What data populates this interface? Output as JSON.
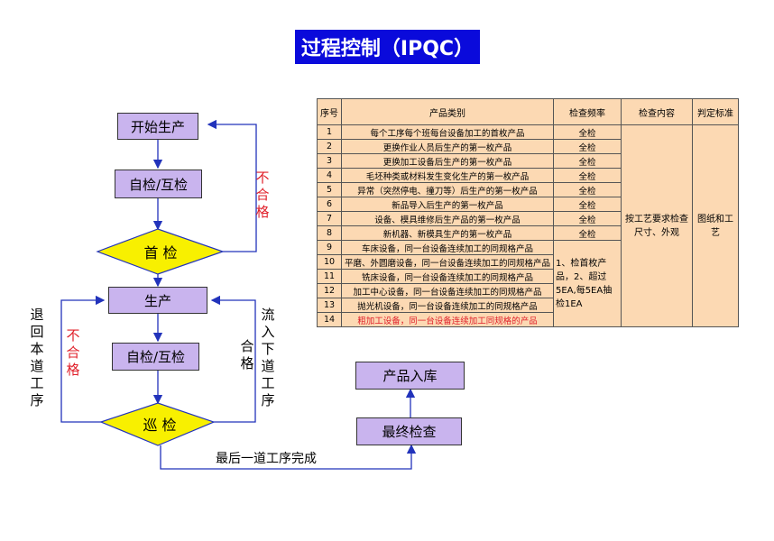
{
  "title": "过程控制（IPQC）",
  "flow": {
    "start": "开始生产",
    "self_check_1": "自检/互检",
    "first_check": "首 检",
    "produce": "生产",
    "self_check_2": "自检/互检",
    "patrol": "巡 检",
    "final_check": "最终检查",
    "warehouse": "产品入库",
    "reject_1": "不合格",
    "reject_2": "不合格",
    "pass": "合格",
    "return_label": "退回本道工序",
    "next_label": "流入下道工序",
    "last_label": "最后一道工序完成"
  },
  "table": {
    "headers": [
      "序号",
      "产品类别",
      "检查频率",
      "检查内容",
      "判定标准"
    ],
    "rows": [
      {
        "no": "1",
        "product": "每个工序每个班每台设备加工的首枚产品",
        "freq": "全检"
      },
      {
        "no": "2",
        "product": "更换作业人员后生产的第一枚产品",
        "freq": "全检"
      },
      {
        "no": "3",
        "product": "更换加工设备后生产的第一枚产品",
        "freq": "全检"
      },
      {
        "no": "4",
        "product": "毛坯种类或材料发生变化生产的第一枚产品",
        "freq": "全检"
      },
      {
        "no": "5",
        "product": "异常（突然停电、撞刀等）后生产的第一枚产品",
        "freq": "全检"
      },
      {
        "no": "6",
        "product": "新品导入后生产的第一枚产品",
        "freq": "全检"
      },
      {
        "no": "7",
        "product": "设备、模具维修后生产品的第一枚产品",
        "freq": "全检"
      },
      {
        "no": "8",
        "product": "新机器、新模具生产的第一枚产品",
        "freq": "全检"
      },
      {
        "no": "9",
        "product": "车床设备，同一台设备连续加工的同规格产品"
      },
      {
        "no": "10",
        "product": "平磨、外圆磨设备，同一台设备连续加工的同规格产品"
      },
      {
        "no": "11",
        "product": "铣床设备，同一台设备连续加工的同规格产品"
      },
      {
        "no": "12",
        "product": "加工中心设备，同一台设备连续加工的同规格产品"
      },
      {
        "no": "13",
        "product": "抛光机设备，同一台设备连续加工的同规格产品"
      },
      {
        "no": "14",
        "product": "粗加工设备，同一台设备连续加工同规格的产品"
      }
    ],
    "freq_group": "1、检首枚产品，2、超过5EA,每5EA抽检1EA",
    "content": "按工艺要求检查尺寸、外观",
    "standard": "图纸和工艺"
  }
}
